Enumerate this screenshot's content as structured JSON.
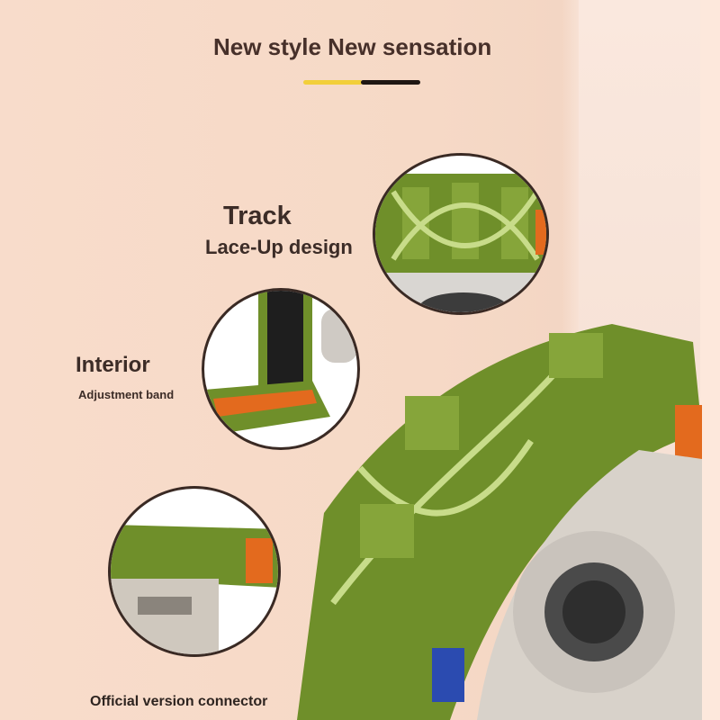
{
  "headline": "New style New sensation",
  "accent_colors": {
    "yellow": "#f2cf3a",
    "black": "#1f1713",
    "band_green": "#6f8f2a",
    "band_orange": "#e36a1e"
  },
  "features": [
    {
      "title": "Track",
      "subtitle": "Lace-Up design"
    },
    {
      "title": "Interior",
      "subtitle": "Adjustment band"
    },
    {
      "title": "",
      "subtitle": "Official version connector"
    }
  ]
}
